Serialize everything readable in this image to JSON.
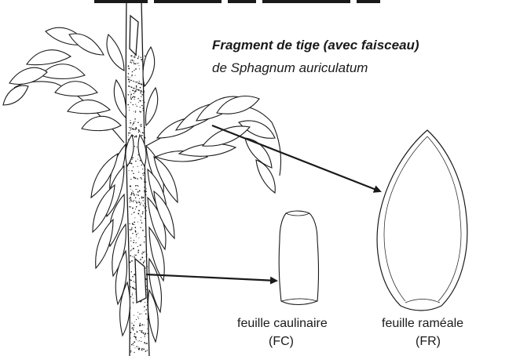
{
  "title": {
    "line1": "Fragment de tige (avec faisceau)",
    "line2": "de Sphagnum auriculatum"
  },
  "labels": {
    "stem_leaf_name": "feuille caulinaire",
    "stem_leaf_abbr": "(FC)",
    "branch_leaf_name": "feuille  raméale",
    "branch_leaf_abbr": "(FR)"
  },
  "colors": {
    "ink": "#1a1a1a",
    "paper": "#ffffff"
  }
}
